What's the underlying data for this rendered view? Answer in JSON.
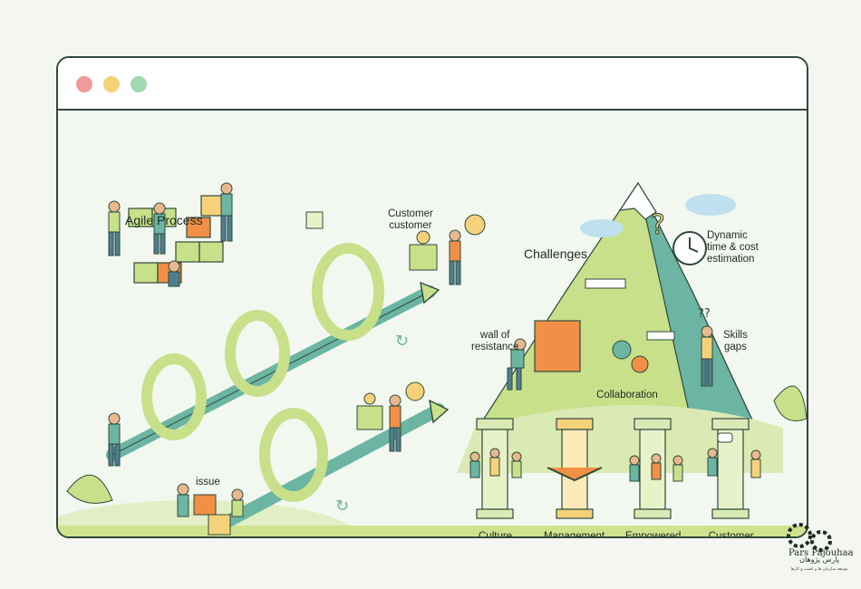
{
  "window": {
    "dots": [
      "red",
      "yellow",
      "green"
    ]
  },
  "agile": {
    "title": "Agile Process",
    "customer_label": "Customer\ncustomer",
    "issue_label": "issue"
  },
  "challenges": {
    "title": "Challenges",
    "dynamic_label": "Dynamic\ntime & cost\nestimation",
    "wall_label": "wall of\nresistance",
    "skills_label": "Skills\ngaps",
    "collab_label": "Collaboration"
  },
  "pillars": [
    {
      "label": "Culture"
    },
    {
      "label": "Management\nsupport"
    },
    {
      "label": "Empowered\nteam"
    },
    {
      "label": "Customer\ninvolvement"
    }
  ],
  "logo": {
    "name": "Pars Pajouhaan",
    "fa": "پارس پژوهان",
    "tagline": "توسعه سازمان ها و کسب و کارها"
  },
  "colors": {
    "accent": "#c8e08a",
    "teal": "#6bb5a2",
    "orange": "#f08f45",
    "border": "#2f4a3c"
  }
}
